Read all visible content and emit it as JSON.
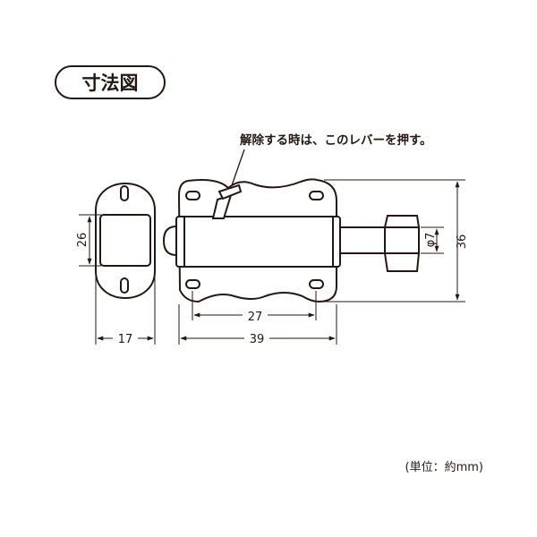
{
  "title": "寸法図",
  "note": "解除する時は、このレバーを押す。",
  "dimensions": {
    "side_height": "26",
    "side_width": "17",
    "hole_spacing": "27",
    "body_width": "39",
    "total_height": "36",
    "rod_diameter": "φ7"
  },
  "unit_note": "(単位：約mm)"
}
